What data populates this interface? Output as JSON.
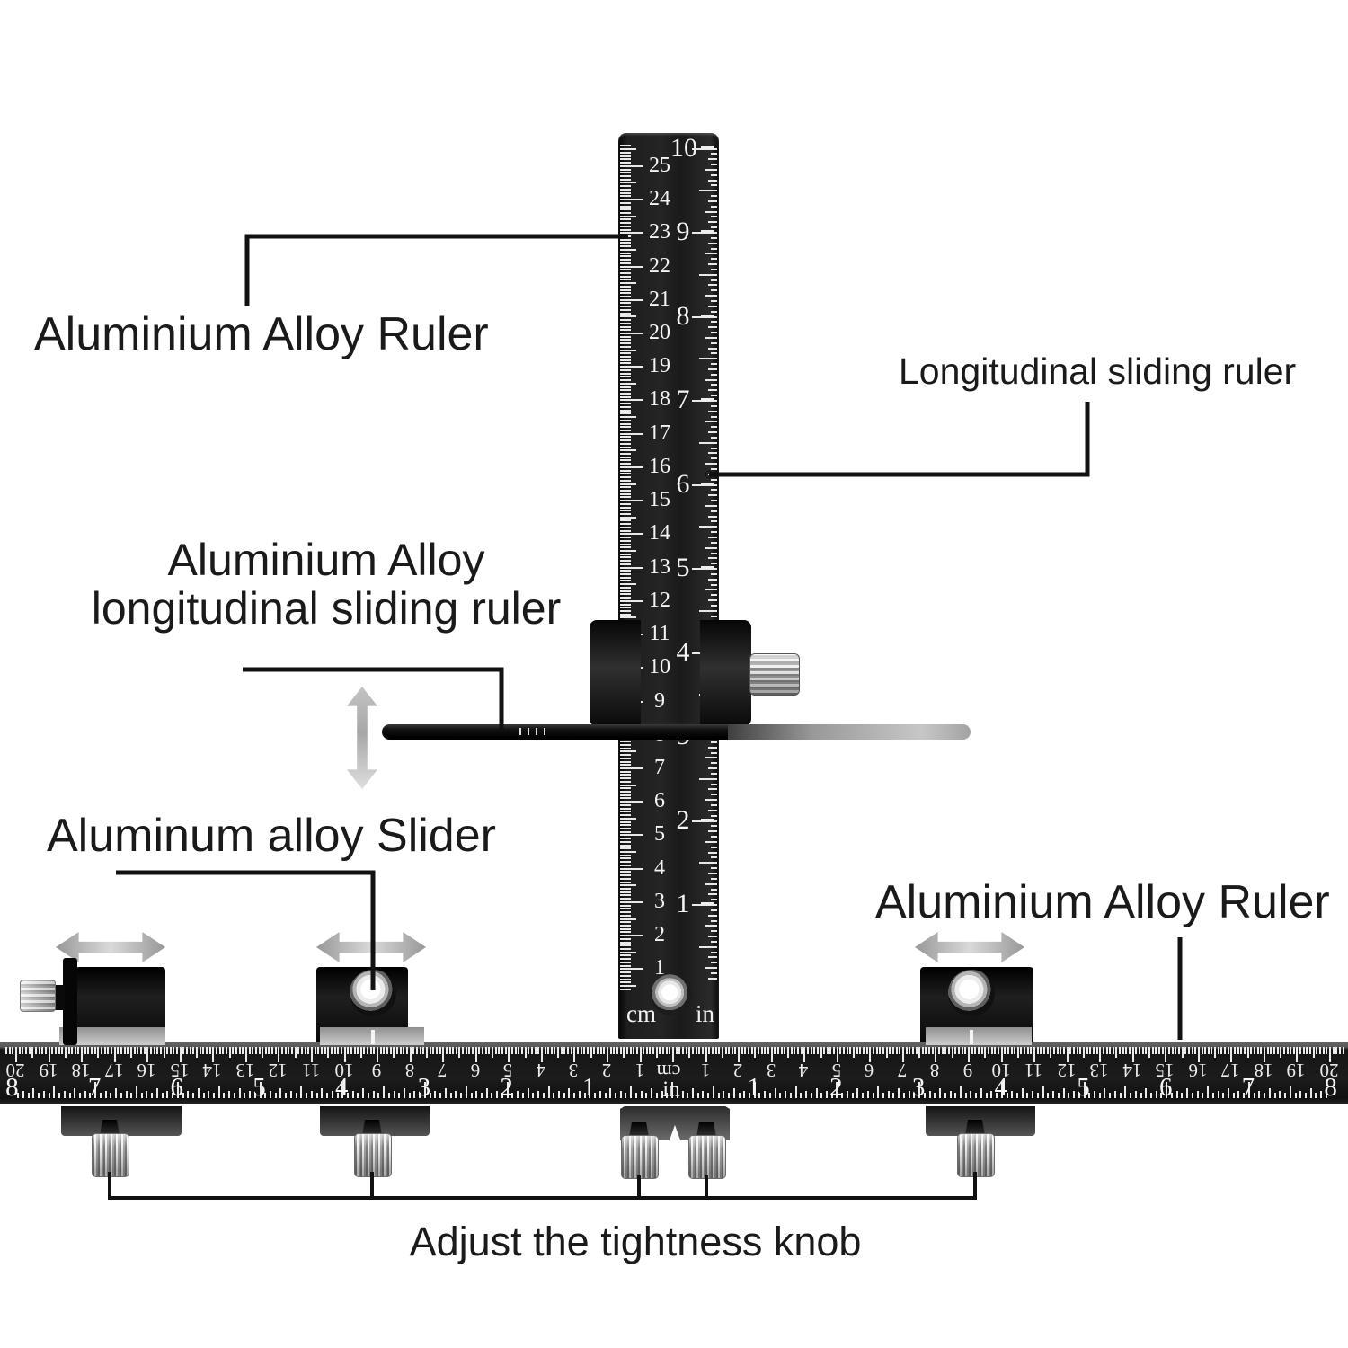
{
  "labels": {
    "top_left_ruler": "Aluminium Alloy Ruler",
    "right_sliding_ruler": "Longitudinal sliding ruler",
    "mid_left_line1": "Aluminium Alloy",
    "mid_left_line2": "longitudinal sliding ruler",
    "slider": "Aluminum alloy Slider",
    "bottom_right_ruler": "Aluminium Alloy Ruler",
    "tightness_knob": "Adjust the tightness knob"
  },
  "vertical_ruler": {
    "cm_scale": {
      "unit": "cm",
      "from": 1,
      "to": 25
    },
    "inch_scale": {
      "unit": "in",
      "from": 1,
      "to": 10
    }
  },
  "horizontal_ruler": {
    "cm_scale": {
      "unit": "cm",
      "max_each_side": 20
    },
    "inch_scale": {
      "unit": "in",
      "max_each_side": 8
    }
  },
  "icons": {
    "horizontal_slide": "left-right-arrow",
    "vertical_slide": "up-down-arrow",
    "knob": "knurled-knob",
    "hole": "ring-hole"
  },
  "colors": {
    "background": "#ffffff",
    "ruler_body": "#1a1a1a",
    "marking": "#f2f2f2",
    "label_text": "#1a1a1a",
    "leader_line": "#111111",
    "knob_silver": "#d8d8d8",
    "arrow_gray": "#b5b5b5"
  }
}
